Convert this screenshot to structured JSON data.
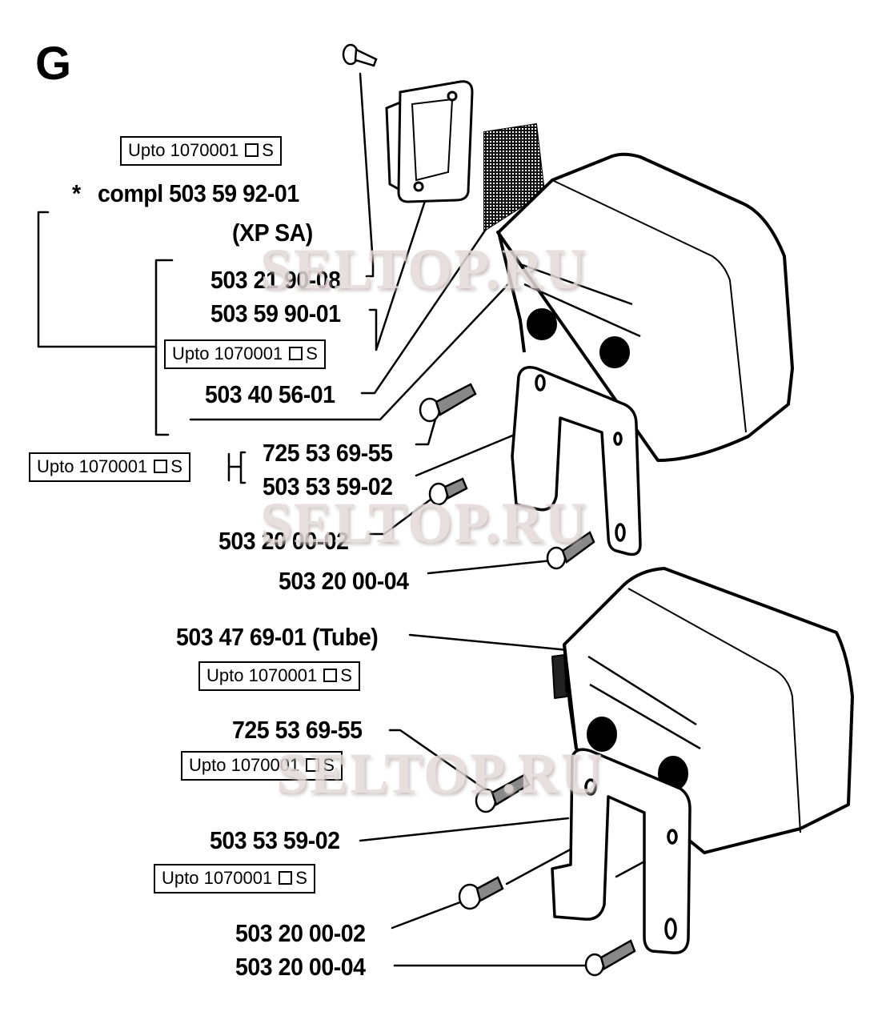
{
  "section": "G",
  "watermark": "SELTOP.RU",
  "serial_note": {
    "prefix": "Upto 1070001",
    "suffix": "S"
  },
  "assembly": {
    "star": "*",
    "label": "compl 503 59 92-01",
    "variant": "(XP SA)"
  },
  "upper_group": {
    "parts": [
      {
        "number": "503 21 90-08"
      },
      {
        "number": "503 59 90-01"
      },
      {
        "number": "503 40 56-01"
      },
      {
        "number": "725 53 69-55"
      },
      {
        "number": "503 53 59-02"
      },
      {
        "number": "503 20 00-02"
      },
      {
        "number": "503 20 00-04"
      }
    ]
  },
  "lower_group": {
    "parts": [
      {
        "number": "503 47 69-01 (Tube)"
      },
      {
        "number": "725 53 69-55"
      },
      {
        "number": "503 53 59-02"
      },
      {
        "number": "503 20 00-02"
      },
      {
        "number": "503 20 00-04"
      }
    ]
  }
}
